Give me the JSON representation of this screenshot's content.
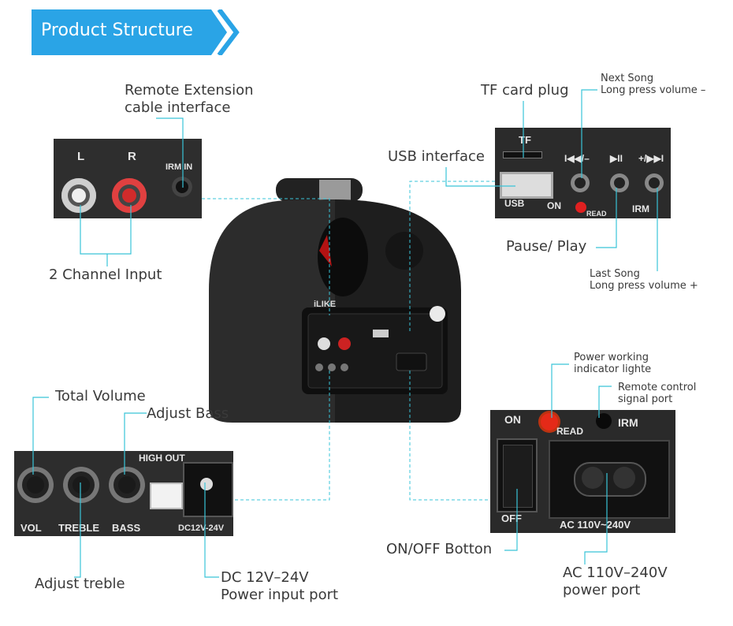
{
  "banner": {
    "title": "Product Structure",
    "color": "#2aa4e6"
  },
  "accent_color": "#39c4d8",
  "callouts": {
    "remote_extension": [
      "Remote Extension",
      "cable interface"
    ],
    "two_channel_input": "2 Channel Input",
    "tf_card_plug": "TF card plug",
    "usb_interface": "USB interface",
    "next_song": [
      "Next Song",
      "Long press volume –"
    ],
    "pause_play": "Pause/ Play",
    "last_song": [
      "Last Song",
      "Long press volume +"
    ],
    "total_volume": "Total Volume",
    "adjust_bass": "Adjust Bass",
    "adjust_treble": "Adjust treble",
    "dc_power": [
      "DC 12V–24V",
      "Power input port"
    ],
    "power_indicator": [
      "Power working",
      "indicator lighte"
    ],
    "remote_signal": [
      "Remote control",
      "signal port"
    ],
    "on_off": "ON/OFF Botton",
    "ac_power": [
      "AC 110V–240V",
      "power port"
    ]
  },
  "panel_silkscreen": {
    "rca_left": "L",
    "rca_right": "R",
    "irm_in": "IRM IN",
    "tf": "TF",
    "usb": "USB",
    "prev_vol": "I◀◀/–",
    "play_pause": "▶II",
    "next_vol": "+/▶▶I",
    "on": "ON",
    "read": "READ",
    "irm": "IRM",
    "vol": "VOL",
    "treble": "TREBLE",
    "bass": "BASS",
    "high_out": "HIGH OUT",
    "dc": "DC12V-24V",
    "off": "OFF",
    "ac": "AC 110V~240V",
    "logo": "iLIKE"
  }
}
